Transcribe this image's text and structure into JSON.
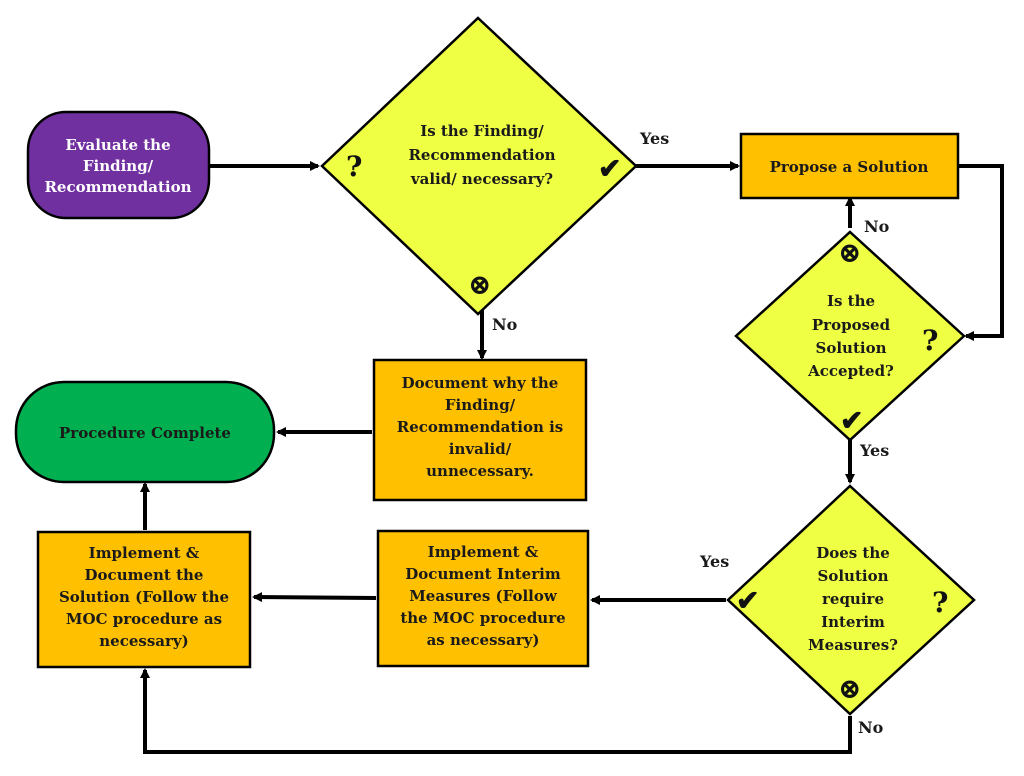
{
  "colors": {
    "start_fill": "#7030a0",
    "decision_fill": "#eeff44",
    "process_fill": "#ffc000",
    "end_fill": "#00b050",
    "check_color": "#5a7a1a",
    "cross_color": "#c00000"
  },
  "nodes": {
    "evaluate": [
      "Evaluate the",
      "Finding/",
      "Recommendation"
    ],
    "valid": [
      "Is the Finding/",
      "Recommendation",
      "valid/ necessary?"
    ],
    "propose": [
      "Propose a Solution"
    ],
    "accepted": [
      "Is the",
      "Proposed",
      "Solution",
      "Accepted?"
    ],
    "document_invalid": [
      "Document why the",
      "Finding/",
      "Recommendation is",
      "invalid/",
      "unnecessary."
    ],
    "complete": [
      "Procedure Complete"
    ],
    "interim_question": [
      "Does the",
      "Solution",
      "require",
      "Interim",
      "Measures?"
    ],
    "implement_interim": [
      "Implement &",
      "Document Interim",
      "Measures (Follow",
      "the MOC procedure",
      "as necessary)"
    ],
    "implement_solution": [
      "Implement &",
      "Document the",
      "Solution (Follow the",
      "MOC procedure as",
      "necessary)"
    ]
  },
  "edge_labels": {
    "valid_yes": "Yes",
    "valid_no": "No",
    "accepted_no": "No",
    "accepted_yes": "Yes",
    "interim_yes": "Yes",
    "interim_no": "No"
  },
  "marks": {
    "question": "?",
    "check": "✔",
    "cross": "⊗"
  }
}
